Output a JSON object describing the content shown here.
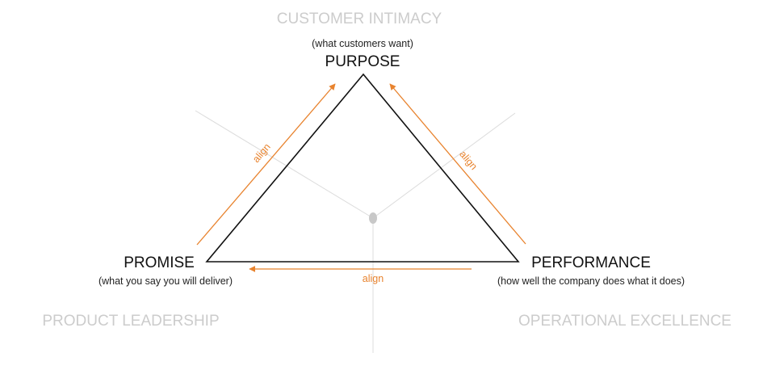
{
  "colors": {
    "accent": "#e8832e",
    "axis": "#dcdcdc",
    "triangle": "#111111",
    "dim_text": "#cccccc",
    "center_dot": "#c8c8c8"
  },
  "outer_labels": {
    "top": "CUSTOMER INTIMACY",
    "left": "PRODUCT LEADERSHIP",
    "right": "OPERATIONAL EXCELLENCE"
  },
  "vertices": {
    "purpose": {
      "subtitle": "(what customers want)",
      "title": "PURPOSE"
    },
    "promise": {
      "title": "PROMISE",
      "subtitle": "(what you say you will deliver)"
    },
    "performance": {
      "title": "PERFORMANCE",
      "subtitle": "(how well the company does what it does)"
    }
  },
  "arrows": {
    "left": "align",
    "right": "align",
    "bottom": "align"
  }
}
